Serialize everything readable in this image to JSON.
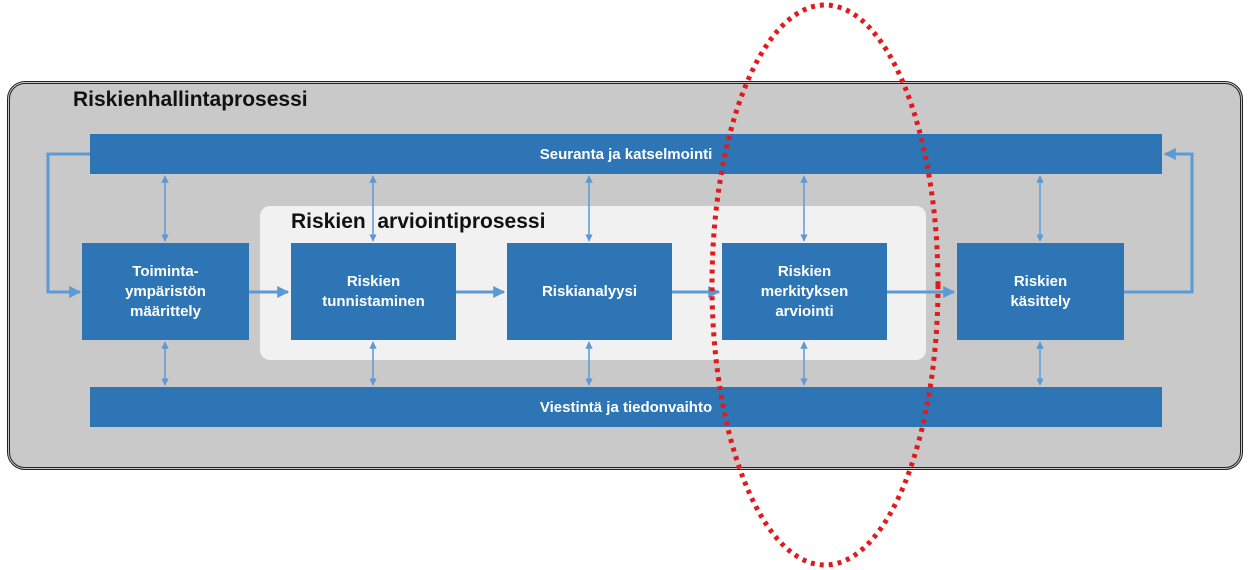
{
  "process": {
    "title": "Riskienhallintaprosessi",
    "assessment_title": "Riskien  arviointiprosessi",
    "top_bar": "Seuranta ja katselmointi",
    "bottom_bar": "Viestintä ja tiedonvaihto",
    "steps": [
      "Toiminta-\nympäristön\nmäärittely",
      "Riskien\ntunnistaminen",
      "Riskianalyysi",
      "Riskien\nmerkityksen\narviointi",
      "Riskien\nkäsittely"
    ]
  },
  "colors": {
    "box_fill": "#2e75b6",
    "outer_fill": "#c9c9c9",
    "inner_fill": "#f1f1f1",
    "arrow": "#5b9bd5",
    "highlight_ellipse": "#e31a1c"
  }
}
